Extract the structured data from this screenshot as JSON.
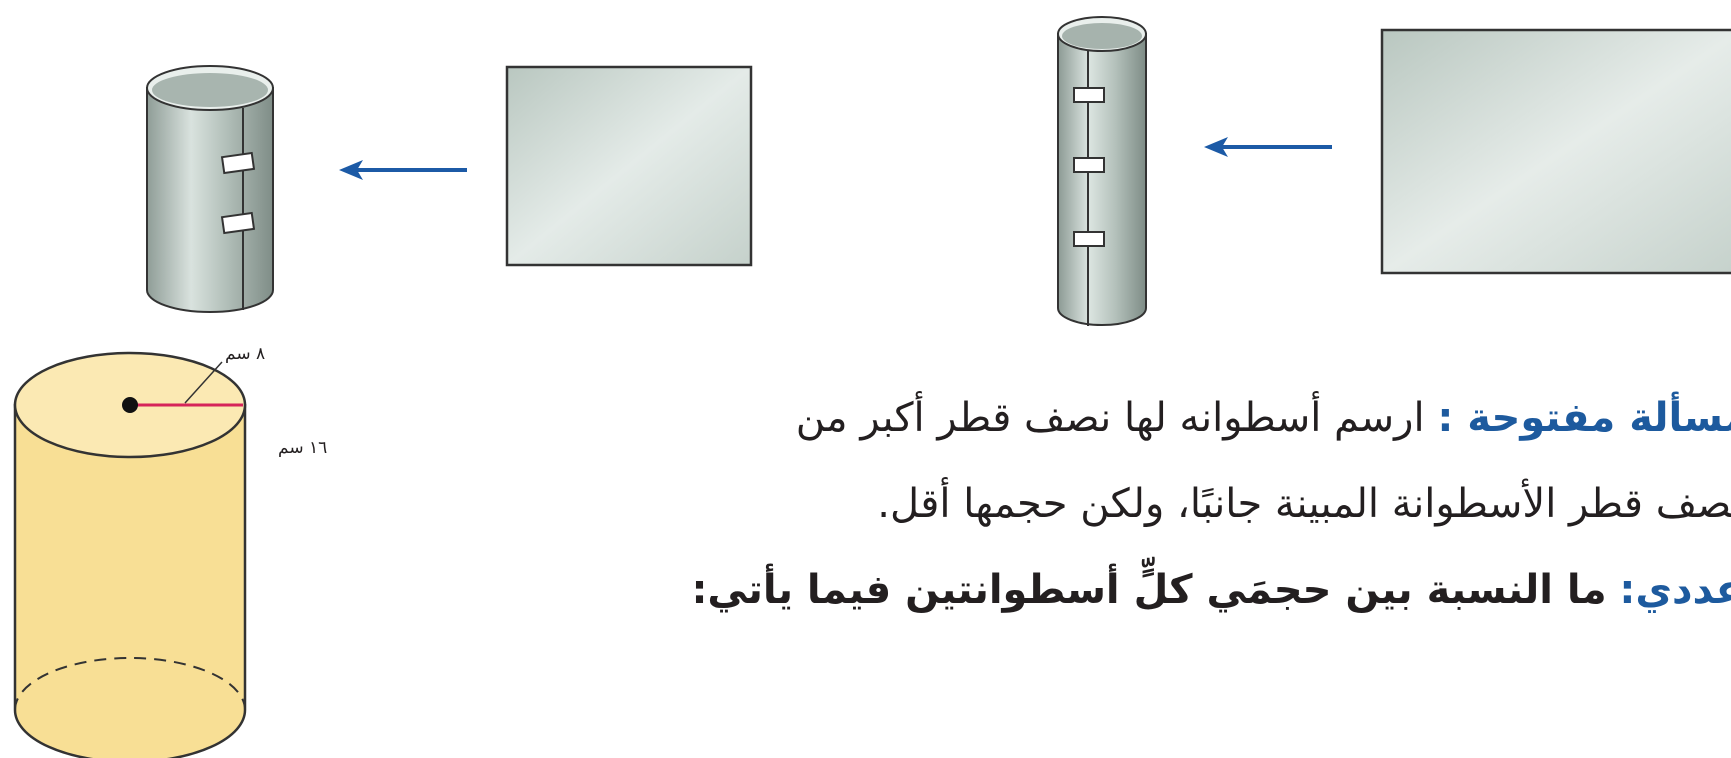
{
  "figures": {
    "cylinder_radius_label": "٨ سم",
    "cylinder_height_label": "١٦ سم"
  },
  "problem_open": {
    "keyword": "مسألة مفتوحة :",
    "line1": "ارسم أسطوانه لها نصف قطر أكبر من",
    "line2": "نصف قطر الأسطوانة المبينة جانبًا، ولكن حجمها أقل."
  },
  "problem_numeric": {
    "keyword": "عددي:",
    "text": "ما النسبة بين حجمَي كلٍّ أسطوانتين فيما يأتي:"
  },
  "colors": {
    "keyword": "#1d5a9e",
    "arrow": "#1c5aa6",
    "radius_line": "#d6245a",
    "cylinder_fill": "#f8df95"
  }
}
